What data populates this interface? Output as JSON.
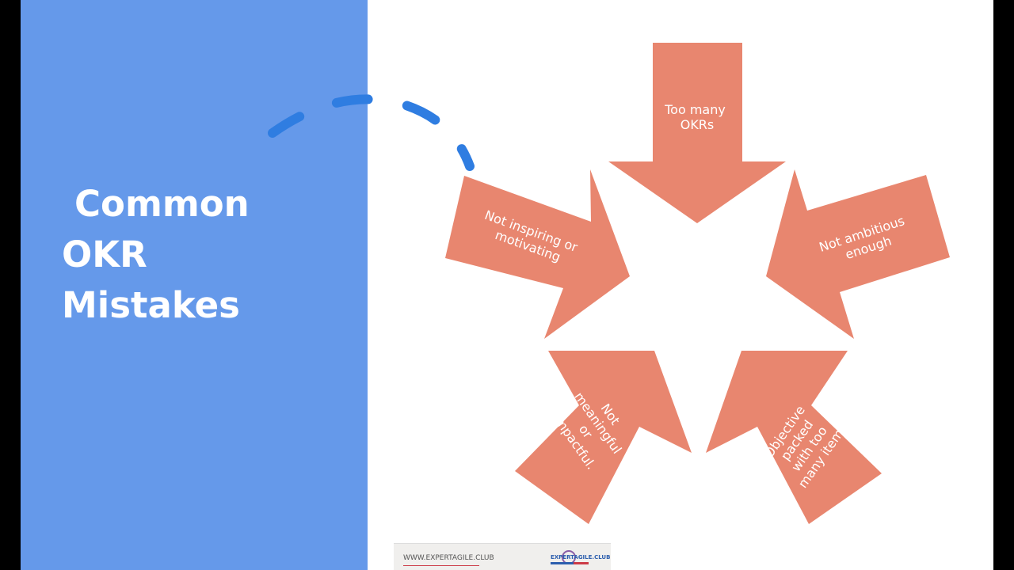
{
  "slide": {
    "title_lines": [
      "Common",
      "OKR",
      "Mistakes"
    ],
    "arrows": [
      {
        "id": "top",
        "label_lines": [
          "Too many",
          "OKRs"
        ]
      },
      {
        "id": "right",
        "label_lines": [
          "Not ambitious",
          "enough"
        ]
      },
      {
        "id": "bottom-right",
        "label_lines": [
          "Objective",
          "packed",
          "with too",
          "many items"
        ]
      },
      {
        "id": "bottom-left",
        "label_lines": [
          "Not",
          "meaningful",
          "or",
          "impactful."
        ]
      },
      {
        "id": "left",
        "label_lines": [
          "Not inspiring or",
          "motivating"
        ]
      }
    ],
    "footer": {
      "url": "WWW.EXPERTAGILE.CLUB",
      "logo_text": "EXPERTAGILE.CLUB"
    }
  },
  "colors": {
    "left_panel": "#6599ea",
    "arrow_fill": "#e8866f",
    "dashed_curve": "#2f7de1",
    "title_text": "#ffffff",
    "arrow_text": "#ffffff"
  },
  "icons": {
    "dashed_curve": "dashed-curve-arrow-icon",
    "footer_logo": "expertagile-logo-icon"
  }
}
